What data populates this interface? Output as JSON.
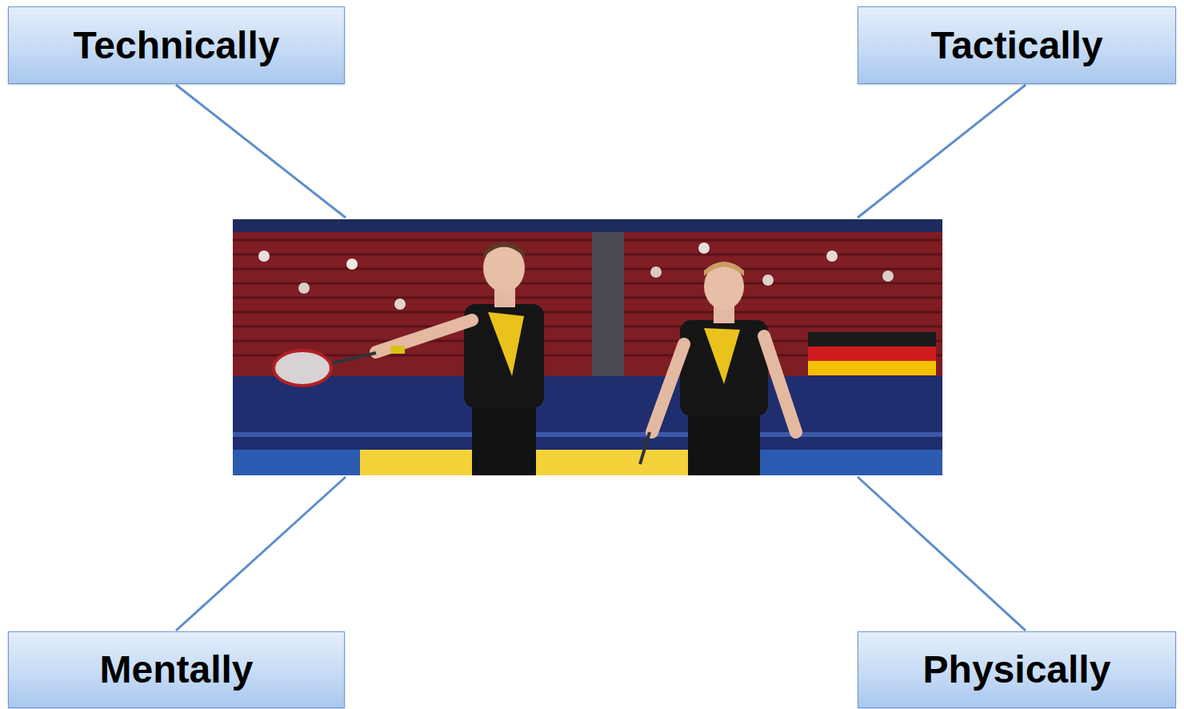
{
  "diagram": {
    "nodes": [
      {
        "text": [
          "Technically"
        ]
      },
      {
        "text": [
          "Tactically"
        ]
      },
      {
        "text": [
          "Mentally"
        ]
      },
      {
        "text": [
          "Physically"
        ]
      }
    ]
  }
}
